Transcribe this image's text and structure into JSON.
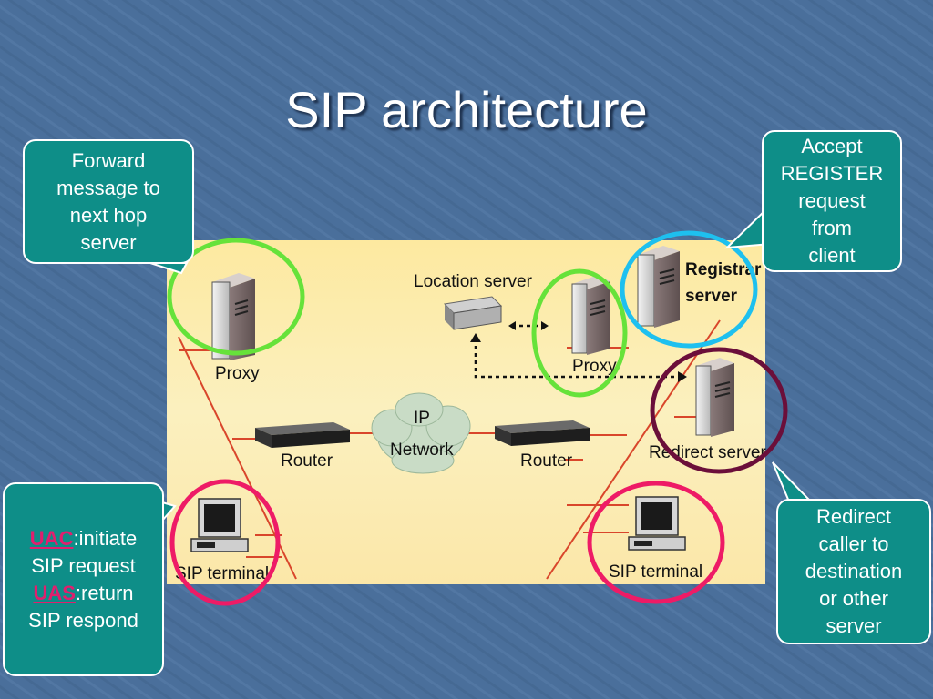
{
  "title": "SIP architecture",
  "callouts": {
    "forward": [
      "Forward",
      "message to",
      "next hop",
      "server"
    ],
    "register": [
      "Accept",
      "REGISTER",
      "request",
      "from",
      "client"
    ],
    "redirect": [
      "Redirect",
      "caller to",
      "destination",
      "or other",
      "server"
    ],
    "uac_uas": {
      "uac": "UAC",
      "uac_text": ":initiate",
      "uac_line2": "SIP request",
      "uas": "UAS",
      "uas_text": ":return",
      "uas_line2": "SIP respond"
    }
  },
  "diagram": {
    "proxy_left": "Proxy",
    "proxy_right": "Proxy",
    "location_server": "Location server",
    "registrar_line1": "Registrar",
    "registrar_line2": "server",
    "redirect_server": "Redirect server",
    "router_left": "Router",
    "router_right": "Router",
    "ip_line1": "IP",
    "ip_line2": "Network",
    "terminal_left": "SIP terminal",
    "terminal_right": "SIP terminal"
  },
  "colors": {
    "background": "#4a6f9b",
    "callout": "#0e8e88",
    "diagram_bg": "#fbe9a6",
    "highlight_proxy": "#66e23a",
    "highlight_registrar": "#1ec0ef",
    "highlight_redirect": "#6b0f3a",
    "highlight_terminal": "#ee1b66",
    "uac_uas_text": "#e01f6e"
  }
}
